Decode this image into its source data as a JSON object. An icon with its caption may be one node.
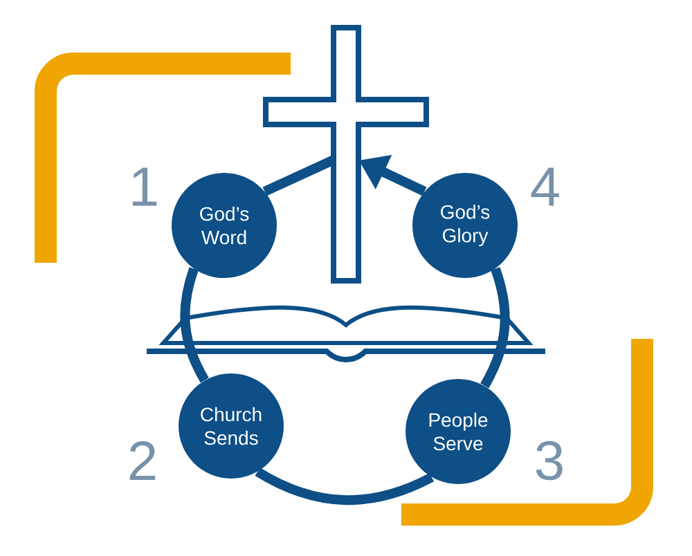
{
  "diagram": {
    "nodes": [
      {
        "text": [],
        "shape": "cross"
      },
      {
        "text": [
          "God’s Word"
        ]
      },
      {
        "text": [
          "God’s Glory"
        ]
      },
      {
        "text": [
          "Church Sends"
        ]
      },
      {
        "text": [
          "People Serve"
        ]
      }
    ],
    "edges": [
      {
        "from": 1,
        "to": 0,
        "arrow": "none"
      },
      {
        "from": 1,
        "to": 3,
        "arrow": "none"
      },
      {
        "from": 3,
        "to": 4,
        "arrow": "none"
      },
      {
        "from": 4,
        "to": 2,
        "arrow": "none"
      },
      {
        "from": 2,
        "to": 0,
        "arrow": "to"
      }
    ],
    "labels": [
      "1",
      "4",
      "2",
      "3"
    ]
  }
}
